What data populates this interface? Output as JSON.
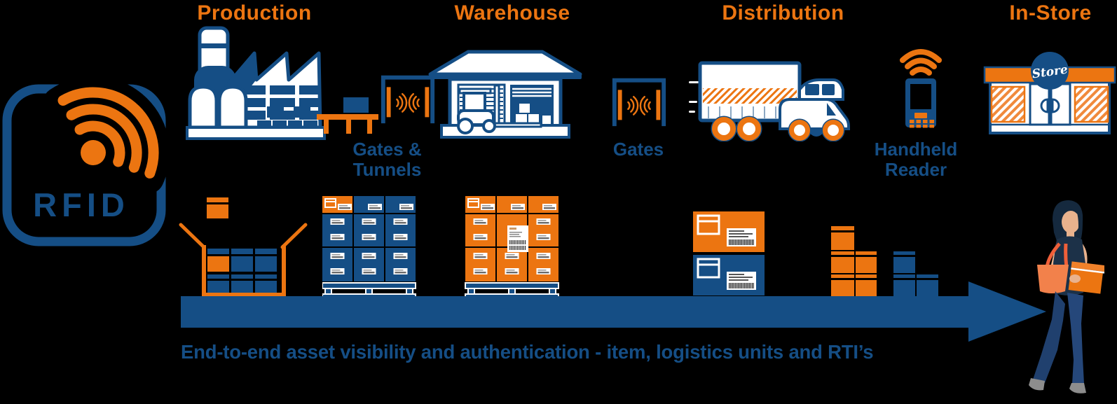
{
  "background": "#000000",
  "palette": {
    "orange": "#EC7511",
    "navy": "#154E85",
    "white": "#FFFFFF",
    "figure": {
      "hair": "#15293E",
      "skin": "#E9B28D",
      "top": "#1C3148",
      "jeans": "#224270",
      "tote": "#F2814B",
      "strap": "#EF5F39",
      "parcel": "#EC7511",
      "shoes": "#8D8D8D"
    }
  },
  "logo": {
    "text": "RFID",
    "icon": "rfid-signal-icon"
  },
  "stages": {
    "production": {
      "title": "Production",
      "icon": "factory-icon"
    },
    "warehouse": {
      "title": "Warehouse",
      "icon": "warehouse-forklift-icon"
    },
    "distribution": {
      "title": "Distribution",
      "icon": "delivery-trucks-icon"
    },
    "in_store": {
      "title": "In-Store",
      "icon": "storefront-icon",
      "sign": "Store"
    }
  },
  "checkpoints": {
    "gates_tunnels": {
      "line1": "Gates &",
      "line2": "Tunnels",
      "icon": "rfid-gate-icon"
    },
    "gates": {
      "label": "Gates",
      "icon": "rfid-gate-icon"
    },
    "handheld": {
      "line1": "Handheld",
      "line2": "Reader",
      "icon": "handheld-reader-icon"
    }
  },
  "flow": {
    "caption": "End-to-end asset visibility and authentication - item, logistics units and RTI’s"
  },
  "icons": {
    "conveyor": "conveyor-belt-icon",
    "open_carton": "open-carton-boxes-icon",
    "pallet_blue": "pallet-blue-cases-icon",
    "pallet_orange": "pallet-orange-cases-icon",
    "stacked_cartons": "labeled-cartons-icon",
    "box_stacks": "box-stacks-icon",
    "arrow": "flow-arrow",
    "shopper": "shopper-icon"
  }
}
